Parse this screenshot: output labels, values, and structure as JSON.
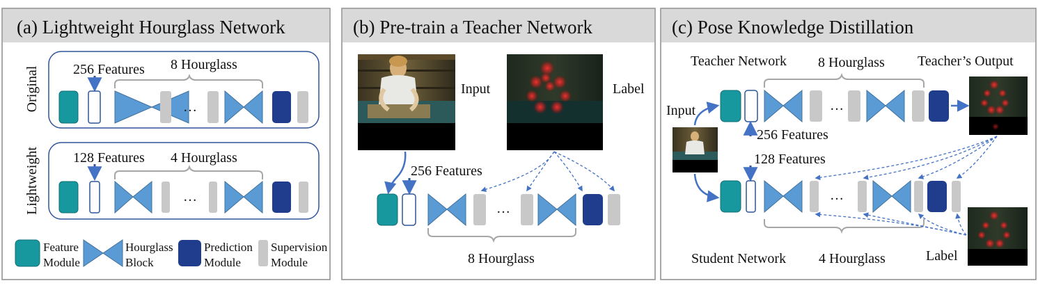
{
  "panels": {
    "a": {
      "title": "(a) Lightweight Hourglass Network",
      "original": {
        "side_label": "Original",
        "features_label": "256 Features",
        "hourglass_label": "8 Hourglass",
        "ellipsis": "…"
      },
      "lightweight": {
        "side_label": "Lightweight",
        "features_label": "128 Features",
        "hourglass_label": "4 Hourglass",
        "ellipsis": "…"
      },
      "legend": {
        "feature_line1": "Feature",
        "feature_line2": "Module",
        "hourglass_line1": "Hourglass",
        "hourglass_line2": "Block",
        "prediction_line1": "Prediction",
        "prediction_line2": "Module",
        "supervision_line1": "Supervision",
        "supervision_line2": "Module"
      }
    },
    "b": {
      "title": "(b) Pre-train a Teacher Network",
      "input_label": "Input",
      "label_label": "Label",
      "features_label": "256 Features",
      "hourglass_label": "8 Hourglass",
      "ellipsis": "…"
    },
    "c": {
      "title": "(c) Pose Knowledge Distillation",
      "teacher_label": "Teacher Network",
      "teacher_hourglass": "8 Hourglass",
      "teacher_output": "Teacher’s Output",
      "input_label": "Input",
      "teacher_features": "256 Features",
      "student_features": "128 Features",
      "student_label": "Student Network",
      "student_hourglass": "4 Hourglass",
      "label_label": "Label",
      "ellipsis": "…"
    }
  },
  "colors": {
    "feature_module": "#17989f",
    "hourglass_block": "#5b9bd5",
    "prediction_module": "#203c8c",
    "supervision_module": "#c8c8c8",
    "arrow": "#4472c4",
    "header_bg": "#d9d9d9",
    "panel_border": "#8c8c8c",
    "group_border": "#2f5597"
  }
}
